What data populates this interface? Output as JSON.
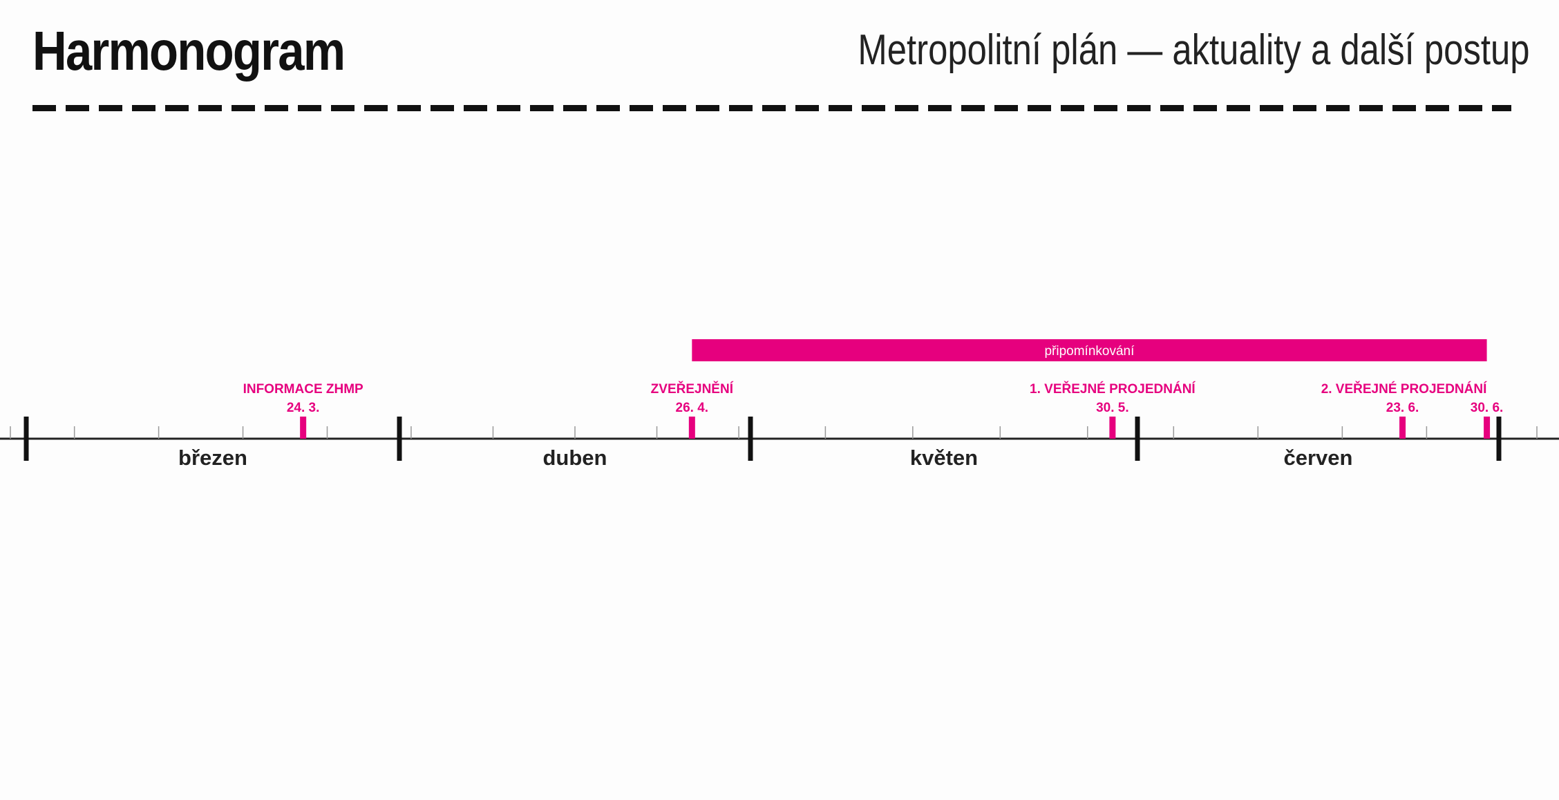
{
  "header": {
    "title": "Harmonogram",
    "subtitle": "Metropolitní plán — aktuality a další postup"
  },
  "colors": {
    "accent": "#e6007e",
    "axis": "#222222"
  },
  "timeline": {
    "months": [
      {
        "label": "březen",
        "start": 0,
        "end": 31
      },
      {
        "label": "duben",
        "start": 31,
        "end": 61
      },
      {
        "label": "květen",
        "start": 61,
        "end": 92
      },
      {
        "label": "červen",
        "start": 92,
        "end": 122
      }
    ],
    "period": {
      "label": "připomínkování",
      "start_date": "26. 4.",
      "end_date": "30. 6."
    },
    "events": [
      {
        "name": "INFORMACE ZHMP",
        "date": "24. 3."
      },
      {
        "name": "ZVEŘEJNĚNÍ",
        "date": "26. 4."
      },
      {
        "name": "1. VEŘEJNÉ PROJEDNÁNÍ",
        "date": "30. 5."
      },
      {
        "name": "2. VEŘEJNÉ PROJEDNÁNÍ",
        "date": "23. 6."
      },
      {
        "name": "",
        "date": "30. 6."
      }
    ]
  }
}
